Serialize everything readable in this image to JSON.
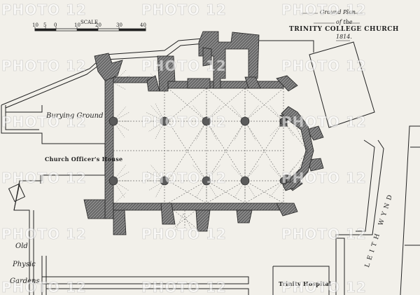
{
  "title": {
    "line1": "Ground Plan",
    "line2": "of the",
    "line3": "TRINITY COLLEGE CHURCH",
    "year": "1814."
  },
  "scale": {
    "label": "SCALE",
    "ticks": [
      "10",
      "5",
      "0",
      "10",
      "20",
      "30",
      "40"
    ]
  },
  "labels": {
    "burying_ground": "Burying Ground",
    "church_officers_house": "Church Officer's House",
    "old": "Old",
    "physic": "Physic",
    "gardens": "Gardens",
    "trinity_hospital": "Trinity Hospital",
    "leith_wynd": "LEITH WYND"
  },
  "watermark": "PHOTO 12",
  "colors": {
    "paper": "#f2f0ea",
    "ink": "#222222",
    "wall_fill": "#6e6e6e"
  }
}
